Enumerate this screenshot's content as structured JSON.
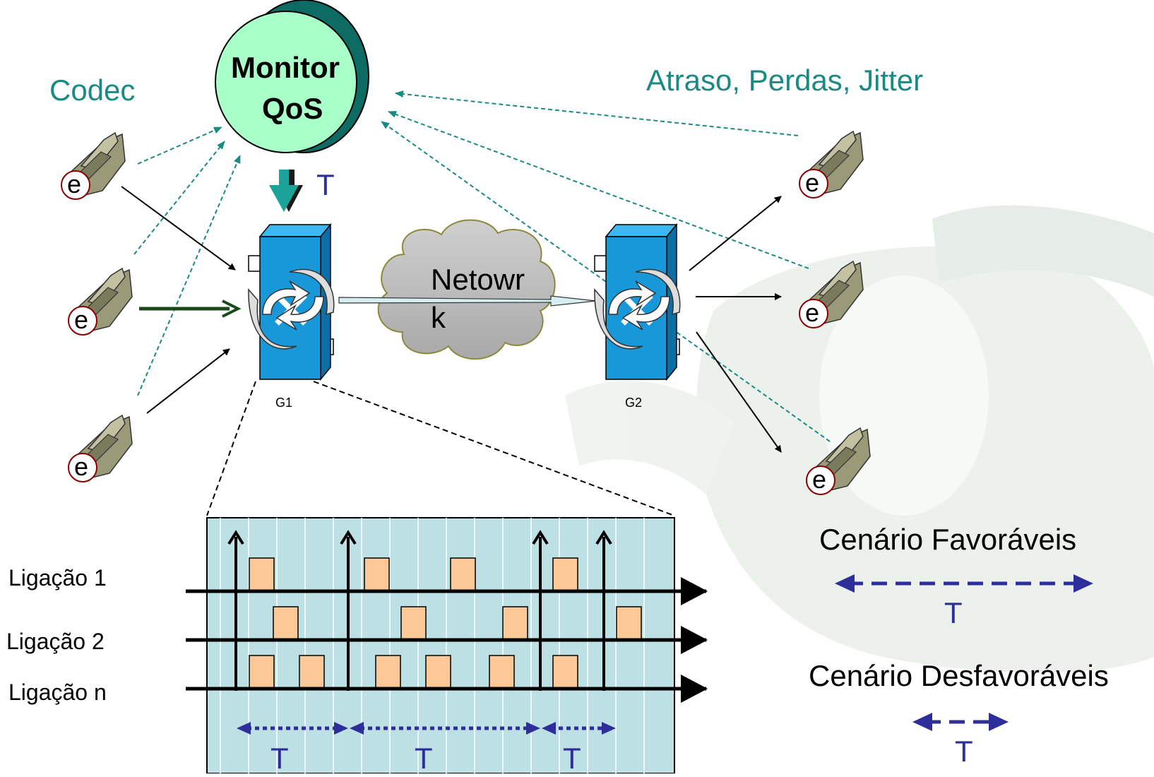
{
  "monitor": {
    "line1": "Monitor",
    "line2": "QoS"
  },
  "labels": {
    "codec": "Codec",
    "metrics": "Atraso, Perdas, Jitter",
    "t_monitor": "T",
    "cloud_line1": "Netowr",
    "cloud_line2": "k",
    "g1": "G1",
    "g2": "G2"
  },
  "connections": [
    "Ligação 1",
    "Ligação 2",
    "Ligação n"
  ],
  "timeline_T": [
    "T",
    "T",
    "T"
  ],
  "scenarios": {
    "favorable": "Cenário Favoráveis",
    "favorable_T": "T",
    "unfavorable": "Cenário Desfavoráveis",
    "unfavorable_T": "T"
  },
  "phone_badge": "e",
  "colors": {
    "teal_text": "#1a8a84",
    "navy": "#2e2e9a",
    "monitor_fill": "#a8ffc8",
    "monitor_shadow": "#0e6b63",
    "gateway_blue": "#1898d8",
    "panel_fill": "#bde0e4",
    "packet_fill": "#fcc898"
  }
}
